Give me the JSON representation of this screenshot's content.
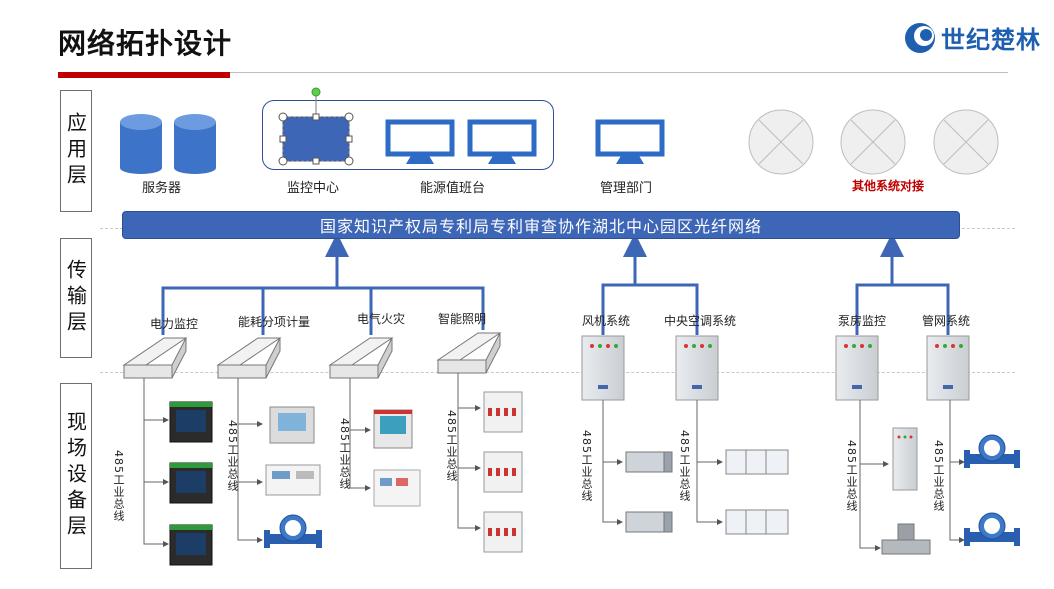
{
  "page": {
    "title": "网络拓扑设计"
  },
  "logo": {
    "text": "世纪楚林"
  },
  "layers": {
    "application": "应用层",
    "transport": "传输层",
    "field": "现场设备层"
  },
  "backbone": {
    "label": "国家知识产权局专利局专利审查协作湖北中心园区光纤网络"
  },
  "app_nodes": {
    "servers": "服务器",
    "monitor_center": "监控中心",
    "energy_console": "能源值班台",
    "management": "管理部门",
    "other_systems": "其他系统对接"
  },
  "systems": {
    "power": "电力监控",
    "energy_metering": "能耗分项计量",
    "fire": "电气火灾",
    "lighting": "智能照明",
    "fan": "风机系统",
    "hvac": "中央空调系统",
    "pump": "泵房监控",
    "pipe": "管网系统"
  },
  "bus_label": "485工业总线",
  "colors": {
    "accent": "#c00000",
    "brand": "#1f5fb0",
    "link": "#3d66b6"
  }
}
